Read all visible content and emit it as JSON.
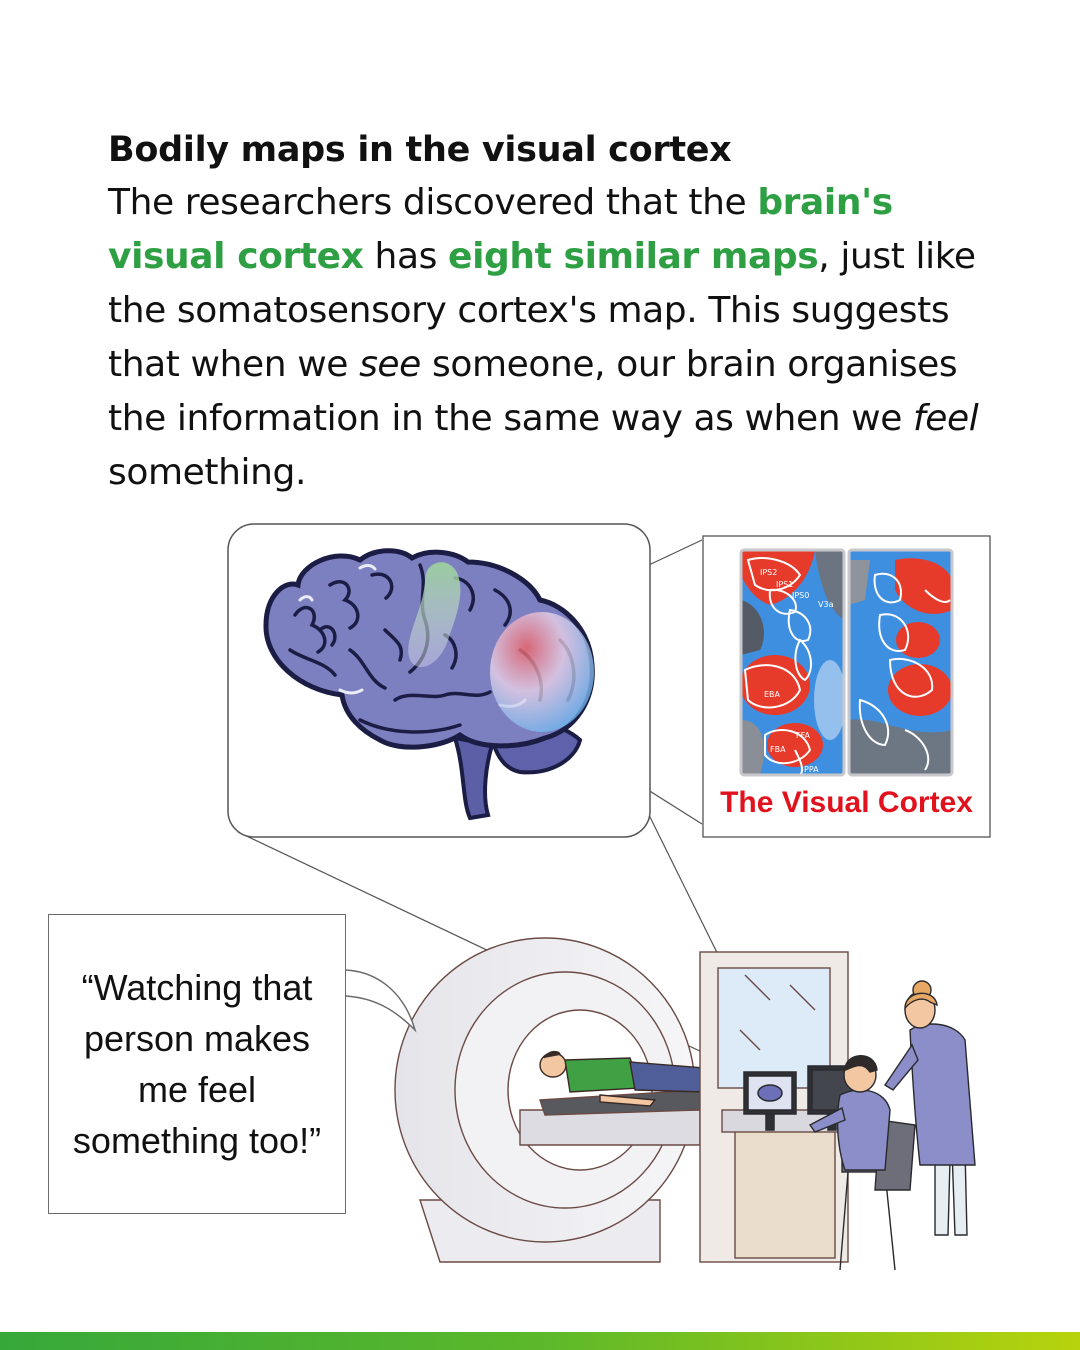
{
  "heading": "Bodily maps in the visual cortex",
  "paragraph": {
    "p1": "The researchers discovered that the ",
    "h1": "brain's visual cortex",
    "p2": " has ",
    "h2": "eight similar maps",
    "p3": ", just like the somatosensory cortex's map. This suggests that when we ",
    "em1": "see",
    "p4": " someone, our brain organises the information in the same way as when we ",
    "em2": "feel",
    "p5": " something."
  },
  "visual_cortex_label": "The Visual Cortex",
  "brain_map_labels": [
    "IPS2",
    "IPS1",
    "IPS0",
    "V3a",
    "EBA",
    "FBA",
    "FFA",
    "PPA"
  ],
  "quote": "“Watching that person makes me feel something too!”",
  "colors": {
    "highlight": "#2ea043",
    "label_red": "#e0121e",
    "brain": "#7d80c0",
    "bar_start": "#36a83a",
    "bar_end": "#b7d30c"
  }
}
